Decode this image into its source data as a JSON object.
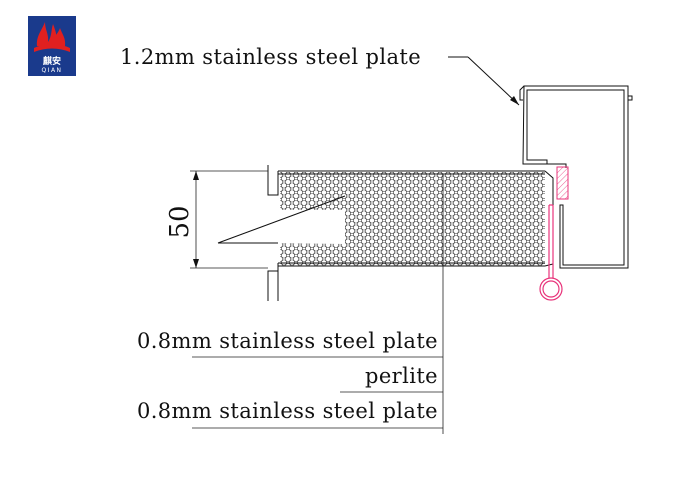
{
  "logo": {
    "chinese_text": "麒安",
    "english_text": "QIAN",
    "background_color": "#1a3a8c",
    "flame_color": "#e02020"
  },
  "annotations": {
    "top_plate": "1.2mm stainless steel plate",
    "upper_skin": "0.8mm stainless steel plate",
    "core": "perlite",
    "lower_skin": "0.8mm stainless steel plate"
  },
  "dimension": {
    "thickness": "50"
  },
  "colors": {
    "line": "#111111",
    "seal": "#e8337a"
  }
}
